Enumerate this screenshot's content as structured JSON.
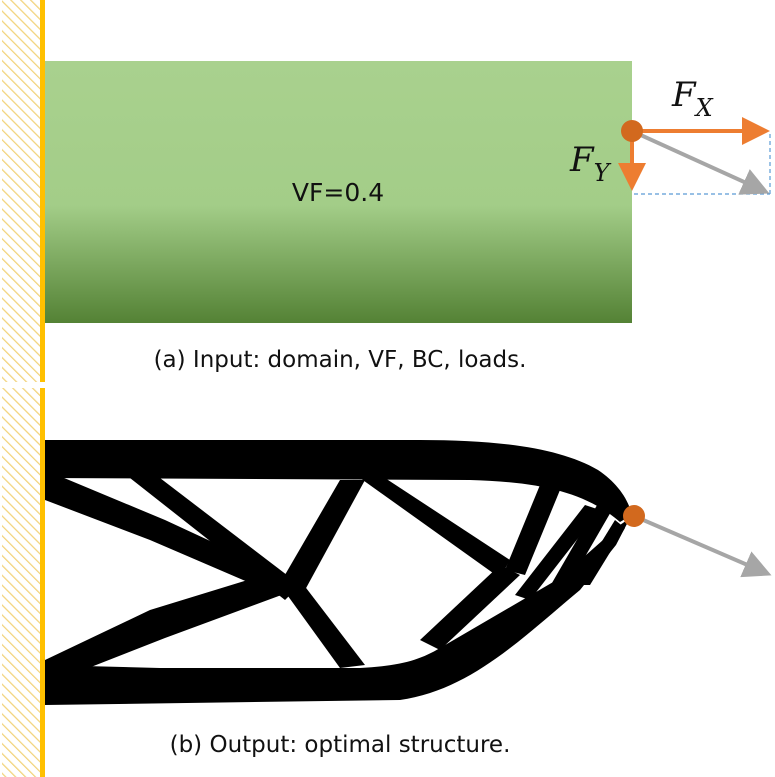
{
  "panel_a": {
    "vf_label": "VF=0.4",
    "caption": "(a) Input: domain, VF, BC, loads.",
    "force_x_symbol": "F",
    "force_x_subscript": "X",
    "force_y_symbol": "F",
    "force_y_subscript": "Y"
  },
  "panel_b": {
    "caption": "(b) Output: optimal structure."
  },
  "colors": {
    "domain_top": "#a9d18e",
    "domain_bottom": "#548235",
    "support_wall": "#ffc000",
    "hatch": "#f2d37a",
    "force_arrow": "#ed7d31",
    "load_point": "#d2691e",
    "resultant_arrow": "#a6a6a6",
    "projection_line": "#5b9bd5",
    "structure": "#000000"
  }
}
